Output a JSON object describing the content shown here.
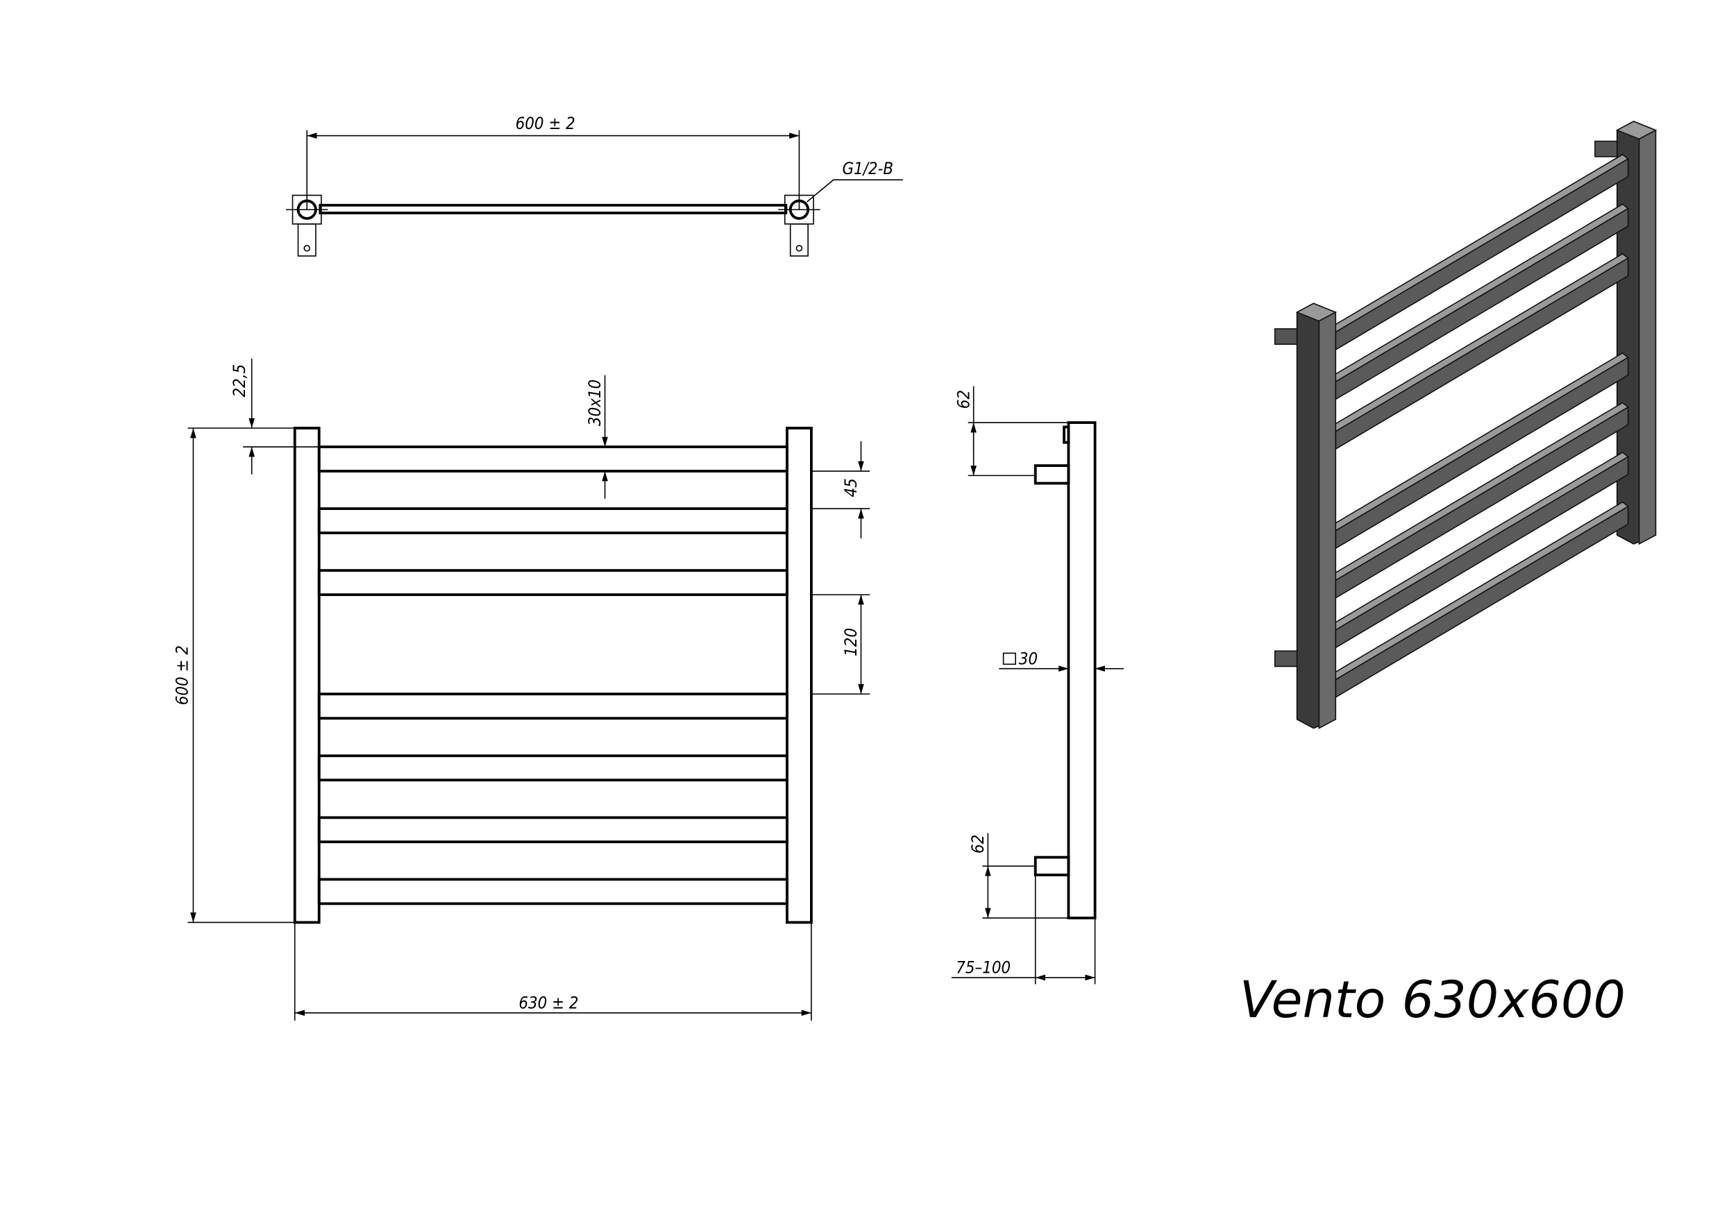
{
  "top_view": {
    "width_dim": "600 ± 2",
    "thread_label": "G1/2-B"
  },
  "front_view": {
    "height_dim": "600 ± 2",
    "top_offset_dim": "22,5",
    "bar_section_dim": "30x10",
    "bar_pitch_dim": "45",
    "gap_dim": "120",
    "width_dim": "630 ± 2"
  },
  "side_view": {
    "top_connector_dim": "62",
    "bottom_connector_dim": "62",
    "post_section_dim": "30",
    "wall_distance_dim": "75–100"
  },
  "title": "Vento 630x600",
  "colors": {
    "line": "#000000",
    "render_dark": "#3a3a3a",
    "render_mid": "#6a6a6a",
    "render_light": "#9a9a9a"
  }
}
